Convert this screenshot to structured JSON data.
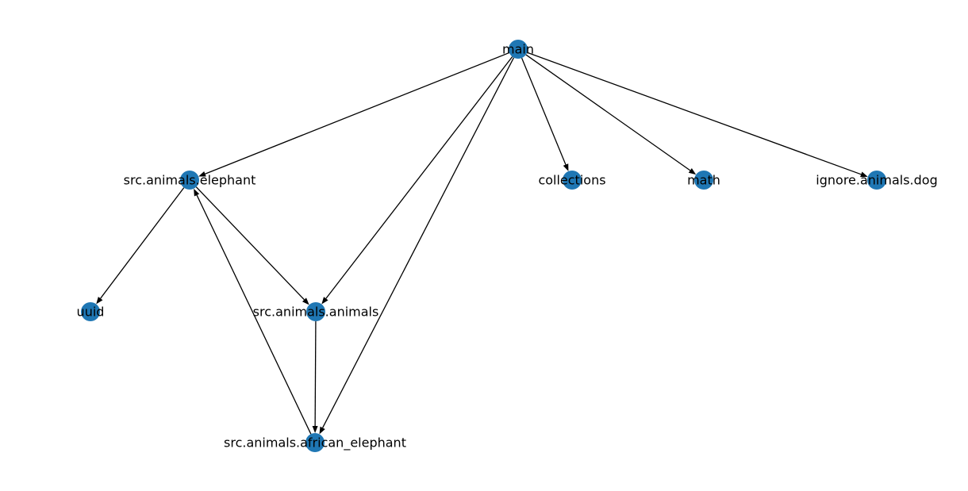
{
  "graph": {
    "node_color": "#1f77b4",
    "edge_color": "#000000",
    "directed": true,
    "nodes": [
      {
        "id": "main",
        "label": "main"
      },
      {
        "id": "src.animals.elephant",
        "label": "src.animals.elephant"
      },
      {
        "id": "collections",
        "label": "collections"
      },
      {
        "id": "math",
        "label": "math"
      },
      {
        "id": "ignore.animals.dog",
        "label": "ignore.animals.dog"
      },
      {
        "id": "uuid",
        "label": "uuid"
      },
      {
        "id": "src.animals.animals",
        "label": "src.animals.animals"
      },
      {
        "id": "src.animals.african_elephant",
        "label": "src.animals.african_elephant"
      }
    ],
    "edges": [
      {
        "source": "main",
        "target": "src.animals.elephant"
      },
      {
        "source": "main",
        "target": "collections"
      },
      {
        "source": "main",
        "target": "math"
      },
      {
        "source": "main",
        "target": "ignore.animals.dog"
      },
      {
        "source": "main",
        "target": "src.animals.animals"
      },
      {
        "source": "main",
        "target": "src.animals.african_elephant"
      },
      {
        "source": "src.animals.elephant",
        "target": "uuid"
      },
      {
        "source": "src.animals.elephant",
        "target": "src.animals.animals"
      },
      {
        "source": "src.animals.animals",
        "target": "src.animals.african_elephant"
      },
      {
        "source": "src.animals.african_elephant",
        "target": "src.animals.elephant"
      }
    ]
  }
}
